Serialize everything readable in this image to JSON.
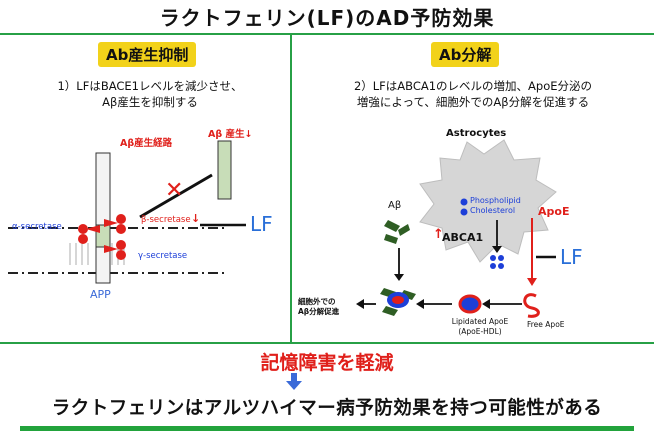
{
  "title": "ラクトフェリン(LF)のAD予防効果",
  "left_panel": {
    "heading": "Ab産生抑制",
    "description_line1": "1）LFはBACE1レベルを減少させ、",
    "description_line2": "Aβ産生を抑制する",
    "pathway_label": "Aβ産生経路",
    "abeta_production_label": "Aβ 産生↓",
    "alpha_secretase": "α-secretase",
    "beta_secretase": "β-secretase",
    "beta_arrow": "↓",
    "gamma_secretase": "γ-secretase",
    "app_label": "APP",
    "lf_label": "LF",
    "block_mark": "✕"
  },
  "right_panel": {
    "heading": "Ab分解",
    "description_line1": "2）LFはABCA1のレベルの増加、ApoE分泌の",
    "description_line2": "増強によって、細胞外でのAβ分解を促進する",
    "astrocytes_label": "Astrocytes",
    "phospholipid": "Phospholipid",
    "cholesterol": "Cholesterol",
    "apoe": "ApoE",
    "abca1": "ABCA1",
    "abca1_arrow": "↑",
    "abeta_label": "Aβ",
    "lf_label": "LF",
    "extracellular_line1": "細胞外での",
    "extracellular_line2": "Aβ分解促進",
    "lipidated_line1": "Lipidated ApoE",
    "lipidated_line2": "(ApoE-HDL)",
    "free_apoe": "Free ApoE"
  },
  "conclusion": "記憶障害を軽減",
  "bottom_text": "ラクトフェリンはアルツハイマー病予防効果を持つ可能性がある",
  "colors": {
    "accent_green": "#27a046",
    "heading_yellow": "#f2d21a",
    "red": "#e0201b",
    "lf_blue": "#2a6fd8"
  }
}
